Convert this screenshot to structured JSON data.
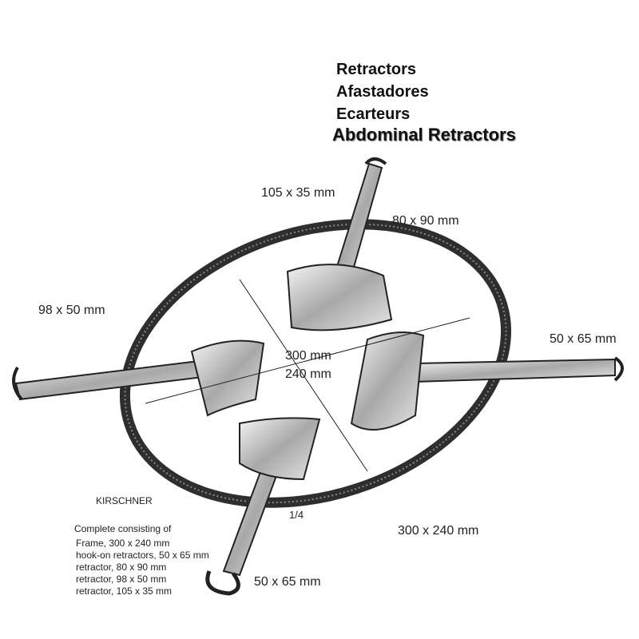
{
  "titles": [
    "Retractors",
    "Afastadores",
    "Ecarteurs"
  ],
  "main_title": "Abdominal Retractors",
  "dimensions": {
    "top_retractor": "105 x 35 mm",
    "top_right_retractor": "80 x 90 mm",
    "left_retractor": "98 x 50 mm",
    "right_retractor": "50 x 65 mm",
    "frame_width": "300 mm",
    "frame_height": "240 mm",
    "bottom_retractor": "50 x 65 mm",
    "frame_size": "300 x 240 mm"
  },
  "scale": "1/4",
  "brand": "KIRSCHNER",
  "contents": {
    "heading": "Complete consisting of",
    "items": [
      "Frame, 300 x 240 mm",
      "hook-on retractors, 50 x 65 mm",
      "retractor, 80 x 90 mm",
      "retractor, 98 x 50 mm",
      "retractor, 105 x 35 mm"
    ]
  },
  "colors": {
    "metal_dark": "#333333",
    "metal_light": "#d8d8d8"
  }
}
